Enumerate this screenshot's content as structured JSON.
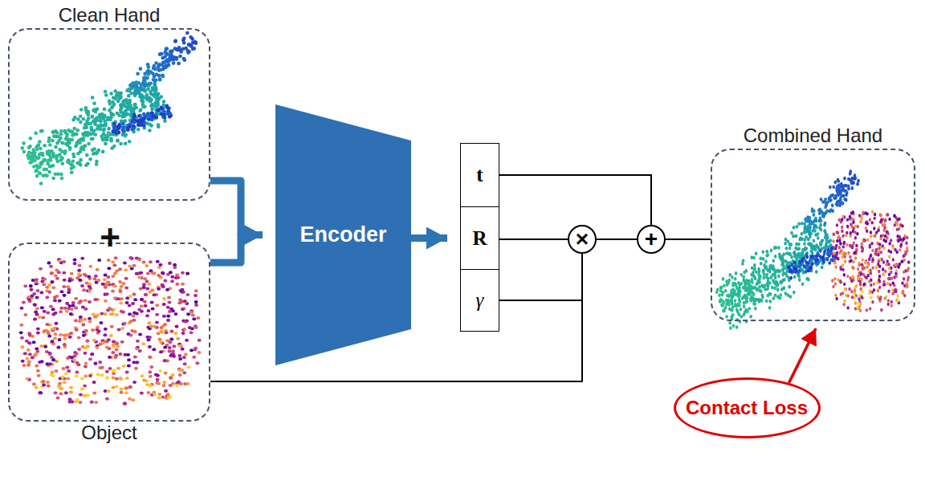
{
  "diagram": {
    "nodes": [
      {
        "text": [
          "Clean Hand"
        ]
      },
      {
        "text": [
          "Object"
        ]
      },
      {
        "text": [
          "Encoder"
        ]
      },
      {
        "text": [
          "t"
        ]
      },
      {
        "text": [
          "R"
        ]
      },
      {
        "text": [
          "γ"
        ]
      },
      {
        "text": [
          "×"
        ]
      },
      {
        "text": [
          "+"
        ]
      },
      {
        "text": [
          "Combined Hand"
        ]
      },
      {
        "text": [
          "Contact Loss"
        ]
      }
    ],
    "edges": [
      {
        "from": 0,
        "to": 2,
        "arrow": "to"
      },
      {
        "from": 1,
        "to": 2,
        "arrow": "to"
      },
      {
        "from": 2,
        "to": 4,
        "arrow": "to"
      },
      {
        "from": 3,
        "to": 7,
        "arrow": "none"
      },
      {
        "from": 4,
        "to": 6,
        "arrow": "none"
      },
      {
        "from": 5,
        "to": 6,
        "arrow": "none"
      },
      {
        "from": 1,
        "to": 6,
        "arrow": "none"
      },
      {
        "from": 6,
        "to": 7,
        "arrow": "none"
      },
      {
        "from": 7,
        "to": 8,
        "arrow": "none"
      },
      {
        "from": 9,
        "to": 8,
        "arrow": "to"
      }
    ],
    "labels": [
      "+"
    ]
  }
}
